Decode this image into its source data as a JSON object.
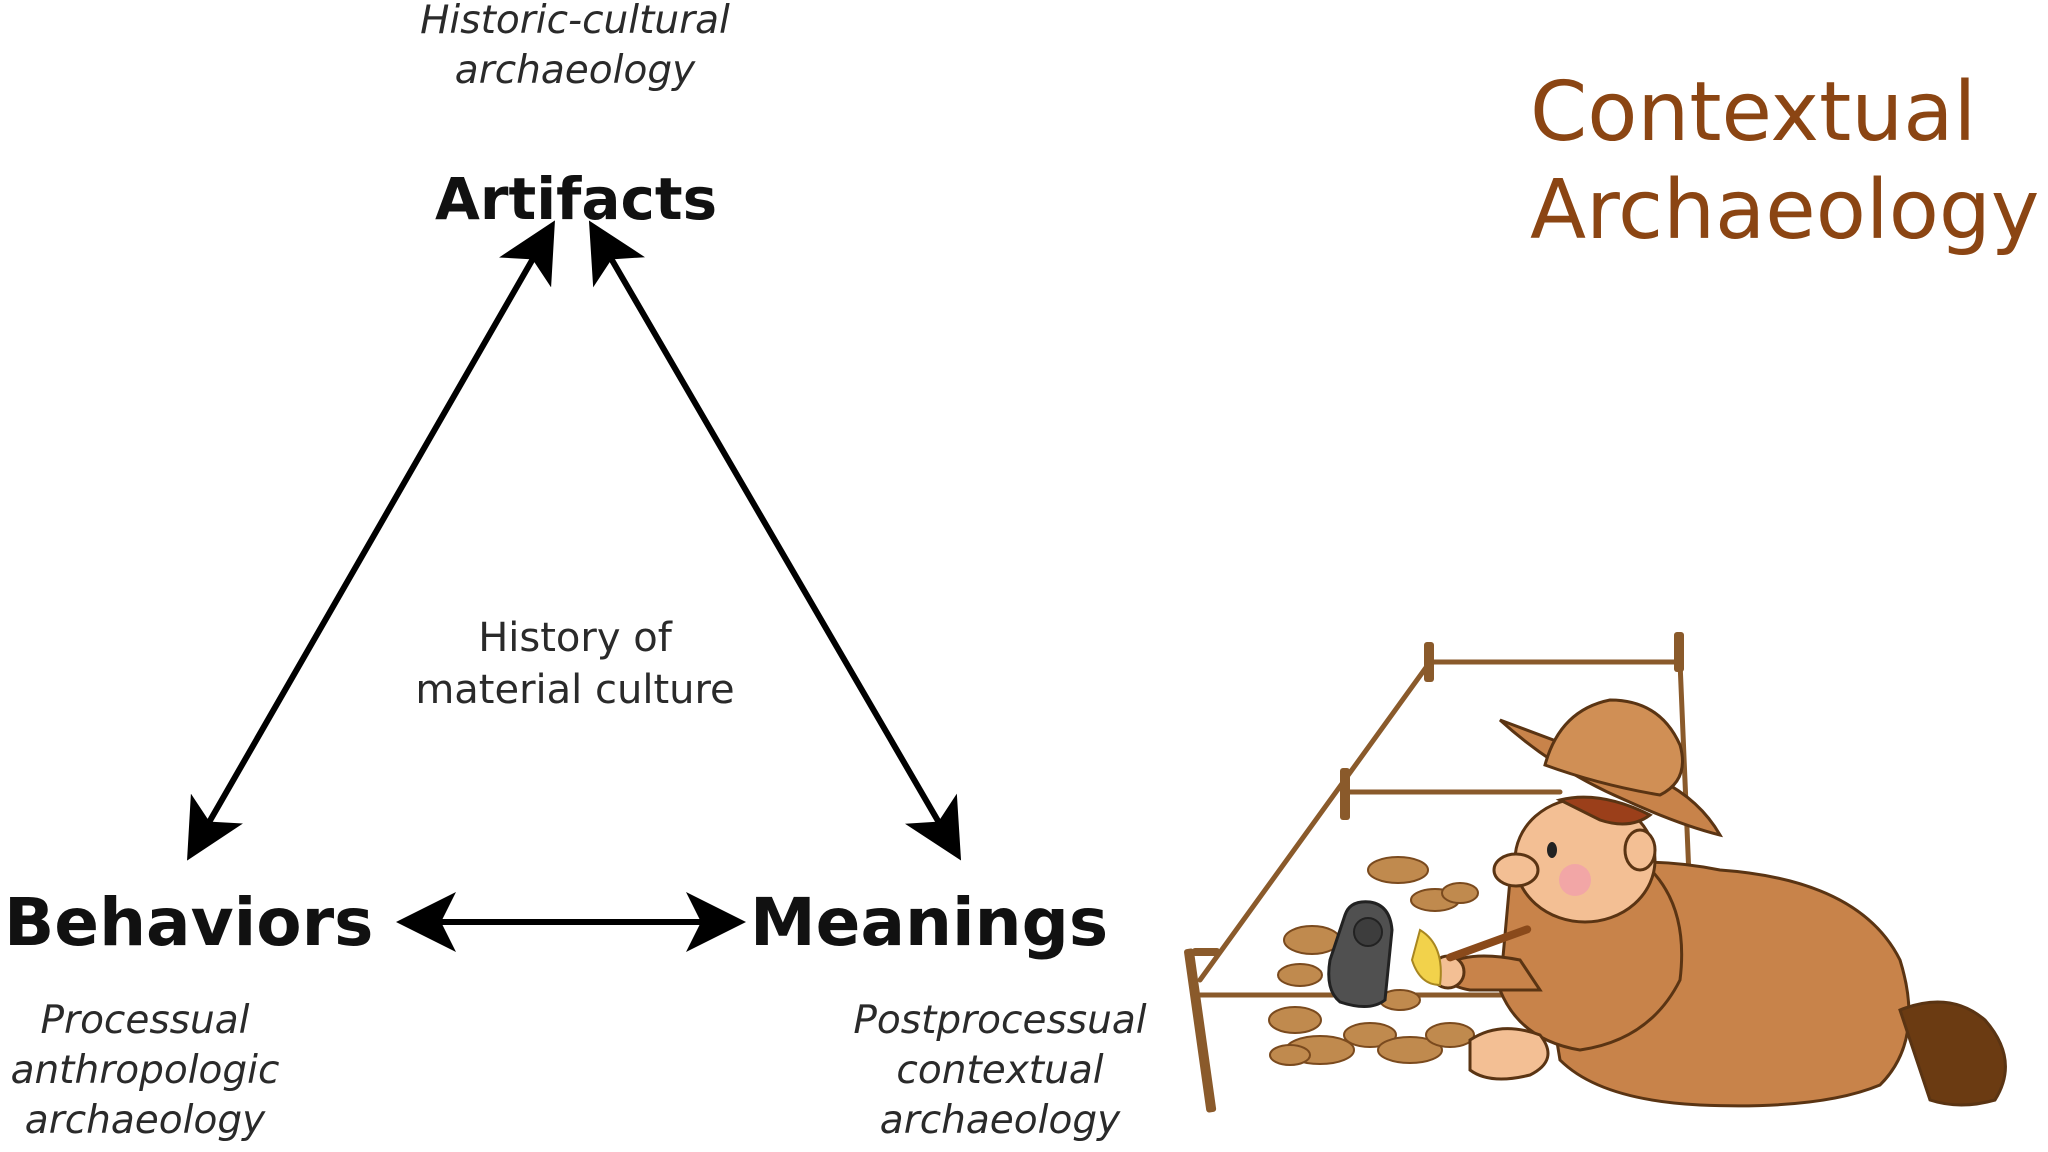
{
  "slide": {
    "title_lines": [
      "Contextual",
      "Archaeology"
    ],
    "title_color": "#8b4513"
  },
  "diagram": {
    "nodes": {
      "artifacts": "Artifacts",
      "behaviors": "Behaviors",
      "meanings": "Meanings"
    },
    "schools": {
      "artifacts": [
        "Historic-cultural",
        "archaeology"
      ],
      "behaviors": [
        "Processual",
        "anthropologic",
        "archaeology"
      ],
      "meanings": [
        "Postprocessual",
        "contextual",
        "archaeology"
      ]
    },
    "center": [
      "History of",
      "material culture"
    ],
    "edges": [
      {
        "from": "artifacts",
        "to": "behaviors",
        "direction": "both"
      },
      {
        "from": "artifacts",
        "to": "meanings",
        "direction": "both"
      },
      {
        "from": "behaviors",
        "to": "meanings",
        "direction": "both"
      }
    ],
    "arrow_color": "#000000"
  },
  "illustration": {
    "icon": "archaeologist-excavating-icon",
    "clothing_color": "#c8834a",
    "stake_color": "#8a5a2b",
    "stone_color": "#c08a4e"
  }
}
